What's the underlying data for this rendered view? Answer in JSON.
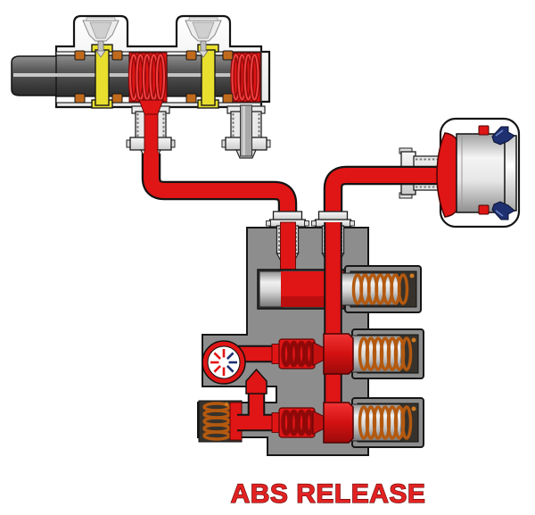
{
  "caption": {
    "text": "ABS RELEASE"
  },
  "colors": {
    "fluid": "#e01515",
    "fluid_dark": "#8f0909",
    "block": "#8d8d8d",
    "bore": "#37322c",
    "spring_orange": "#b3590f",
    "seal_orange": "#c06a1d",
    "seal_yellow": "#e8df2e",
    "navy": "#1e3070",
    "caption": "#e32222"
  },
  "parts": [
    "master-cylinder",
    "reservoir-valve-left",
    "reservoir-valve-right",
    "push-rod",
    "return-spring-primary",
    "return-spring-secondary",
    "outlet-port-primary",
    "outlet-port-secondary",
    "primary-brake-line",
    "delivery-brake-line",
    "abs-valve-block",
    "inlet-fitting-left",
    "inlet-fitting-right",
    "valve-row-1",
    "valve-row-2",
    "valve-row-3",
    "exhaust-port",
    "spring-brake-chamber",
    "diaphragm",
    "band-clamp-top",
    "band-clamp-bottom"
  ]
}
